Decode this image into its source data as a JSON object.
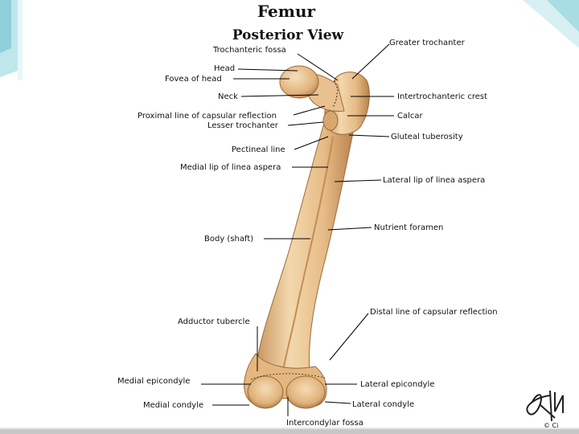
{
  "figure": {
    "title": "Femur",
    "subtitle": "Posterior View",
    "copyright": "© Ci"
  },
  "labels": {
    "trochanteric_fossa": "Trochanteric fossa",
    "head": "Head",
    "fovea_of_head": "Fovea of head",
    "neck": "Neck",
    "proximal_line": "Proximal line of capsular reflection",
    "lesser_trochanter": "Lesser trochanter",
    "pectineal_line": "Pectineal line",
    "medial_lip": "Medial lip of linea aspera",
    "body_shaft": "Body (shaft)",
    "adductor_tubercle": "Adductor tubercle",
    "medial_epicondyle": "Medial epicondyle",
    "medial_condyle": "Medial condyle",
    "intercondylar_fossa": "Intercondylar fossa",
    "greater_trochanter": "Greater trochanter",
    "intertrochanteric_crest": "Intertrochanteric crest",
    "calcar": "Calcar",
    "gluteal_tuberosity": "Gluteal tuberosity",
    "lateral_lip": "Lateral lip of linea aspera",
    "nutrient_foramen": "Nutrient foramen",
    "distal_line": "Distal line of capsular reflection",
    "lateral_epicondyle": "Lateral epicondyle",
    "lateral_condyle": "Lateral condyle"
  },
  "colors": {
    "bone_light": "#f2d3a4",
    "bone_mid": "#e3b47c",
    "bone_dark": "#b9834e",
    "accent_teal": "#9fd6df"
  }
}
